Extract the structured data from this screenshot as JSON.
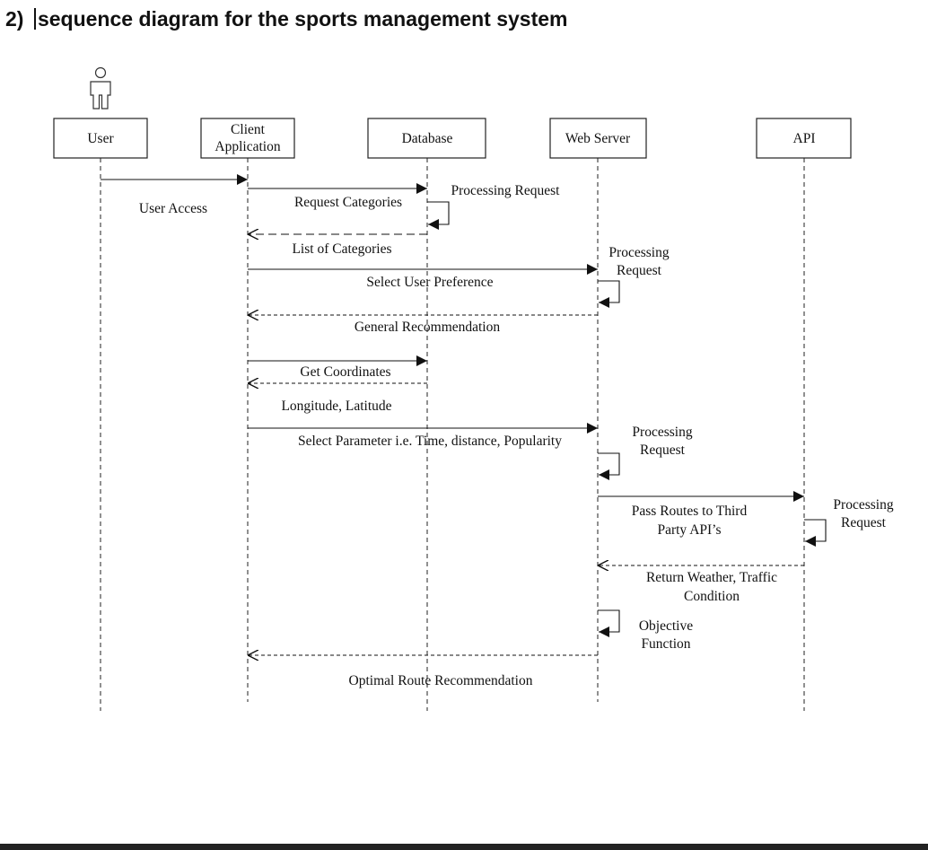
{
  "heading": {
    "number": "2)",
    "title": "sequence diagram for the sports management  system"
  },
  "participants": {
    "user": "User",
    "client_line1": "Client",
    "client_line2": "Application",
    "database": "Database",
    "web_server": "Web Server",
    "api": "API"
  },
  "messages": {
    "user_access": "User Access",
    "request_categories": "Request Categories",
    "processing_request_db": "Processing Request",
    "list_of_categories": "List of Categories",
    "processing_request_ws1_line1": "Processing",
    "processing_request_ws1_line2": "Request",
    "select_user_preference": "Select User Preference",
    "general_recommendation": "General Recommendation",
    "get_coordinates": "Get Coordinates",
    "longitude_latitude": "Longitude, Latitude",
    "select_parameter": "Select Parameter i.e. Time, distance, Popularity",
    "processing_request_ws2_line1": "Processing",
    "processing_request_ws2_line2": "Request",
    "pass_routes_line1": "Pass Routes to Third",
    "pass_routes_line2": "Party API’s",
    "processing_request_api_line1": "Processing",
    "processing_request_api_line2": "Request",
    "return_weather_line1": "Return Weather, Traffic",
    "return_weather_line2": "Condition",
    "objective_function_line1": "Objective",
    "objective_function_line2": "Function",
    "optimal_route": "Optimal Route Recommendation"
  }
}
